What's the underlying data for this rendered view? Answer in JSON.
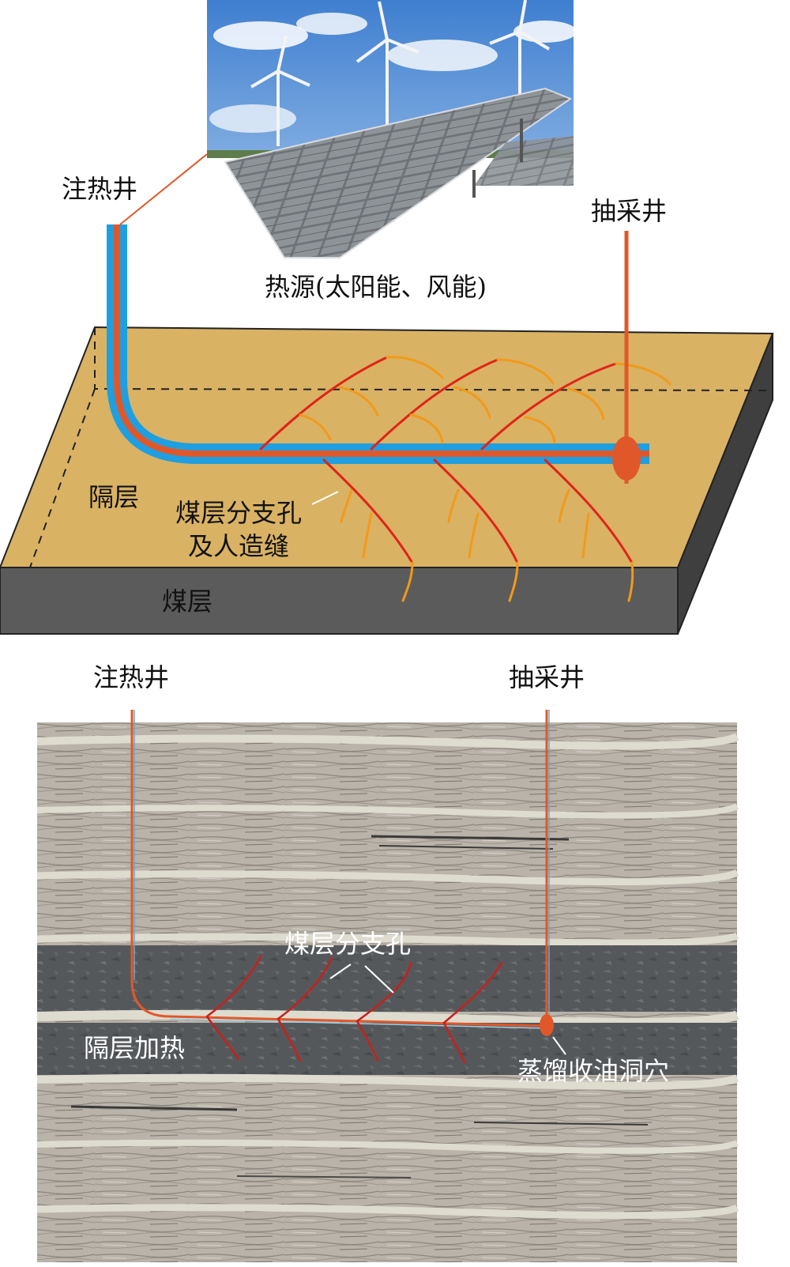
{
  "top_panel": {
    "heat_source_label": "热源(太阳能、风能)",
    "injection_well_label": "注热井",
    "production_well_label": "抽采井",
    "interlayer_label": "隔层",
    "branch_label_line1": "煤层分支孔",
    "branch_label_line2": "及人造缝",
    "coal_seam_label": "煤层"
  },
  "bottom_panel": {
    "injection_well_label": "注热井",
    "production_well_label": "抽采井",
    "branch_label": "煤层分支孔",
    "interlayer_heating_label": "隔层加热",
    "cavity_label": "蒸馏收油洞穴"
  },
  "colors": {
    "slab_top": "#d9b264",
    "slab_front": "#5b5b5b",
    "slab_side": "#3f3f3f",
    "pipe_blue": "#1f9fe0",
    "pipe_red": "#e0582a",
    "branch_red": "#e02418",
    "branch_orange": "#f29a1a",
    "coal_dark": "#55585b",
    "rock_light": "#bdb7ae",
    "sky": "#4f8fd6"
  }
}
